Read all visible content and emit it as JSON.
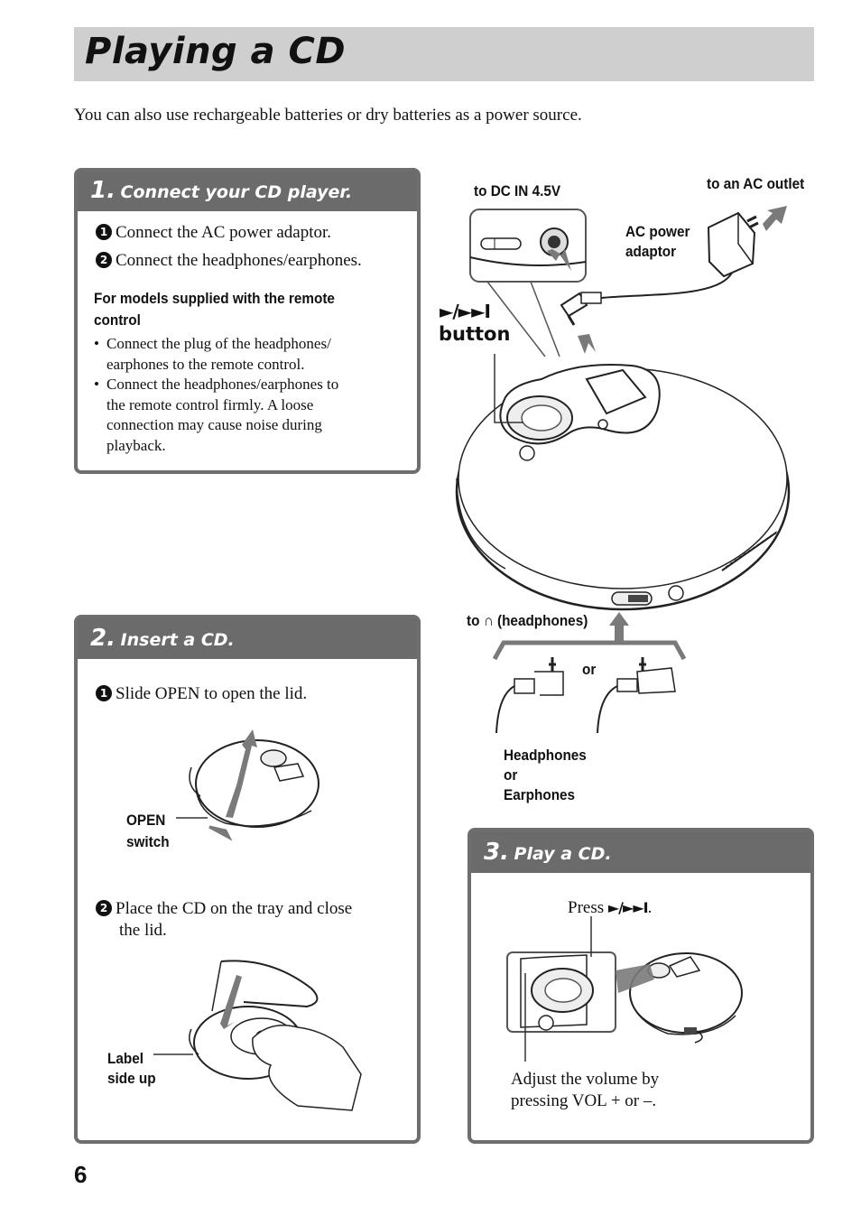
{
  "page": {
    "title": "Playing a CD",
    "intro": "You can also use rechargeable batteries or dry batteries as a power source.",
    "page_number": "6"
  },
  "step1": {
    "number": "1.",
    "heading": "Connect your CD player.",
    "items": [
      {
        "marker": "1",
        "text": "Connect the AC power adaptor."
      },
      {
        "marker": "2",
        "text": "Connect the headphones/earphones."
      }
    ],
    "remote_heading_line1": "For models supplied with the remote",
    "remote_heading_line2": "control",
    "bullet1_lines": [
      "Connect the plug of the headphones/",
      "earphones to the remote control."
    ],
    "bullet2_lines": [
      "Connect the headphones/earphones to",
      "the remote control firmly.  A loose",
      "connection may cause noise during",
      "playback."
    ]
  },
  "figure_connect": {
    "dc_in": "to DC IN 4.5V",
    "ac_outlet": "to an AC outlet",
    "ac_adaptor_line1": "AC power",
    "ac_adaptor_line2": "adaptor",
    "button_symbol": "►/►►I",
    "button_label": "button",
    "headphones_jack": "to ∩ (headphones)",
    "or": "or",
    "phones_line1": "Headphones",
    "phones_line2": "or",
    "phones_line3": "Earphones"
  },
  "step2": {
    "number": "2.",
    "heading": "Insert a CD.",
    "item1": {
      "marker": "1",
      "text": "Slide OPEN to open the lid."
    },
    "open_label_line1": "OPEN",
    "open_label_line2": "switch",
    "item2": {
      "marker": "2",
      "text_line1": "Place the CD on the tray and close",
      "text_line2": "the lid."
    },
    "label_line1": "Label",
    "label_line2": "side up"
  },
  "step3": {
    "number": "3.",
    "heading": "Play a CD.",
    "press_prefix": "Press ",
    "press_symbol": "►/►►I",
    "press_suffix": ".",
    "volume_line1": "Adjust the volume by",
    "volume_line2": "pressing VOL + or –."
  },
  "colors": {
    "title_bar": "#cfcfcf",
    "box_header": "#6b6b6b",
    "box_border": "#6e6e6e",
    "arrow_gray": "#7a7a7a"
  }
}
